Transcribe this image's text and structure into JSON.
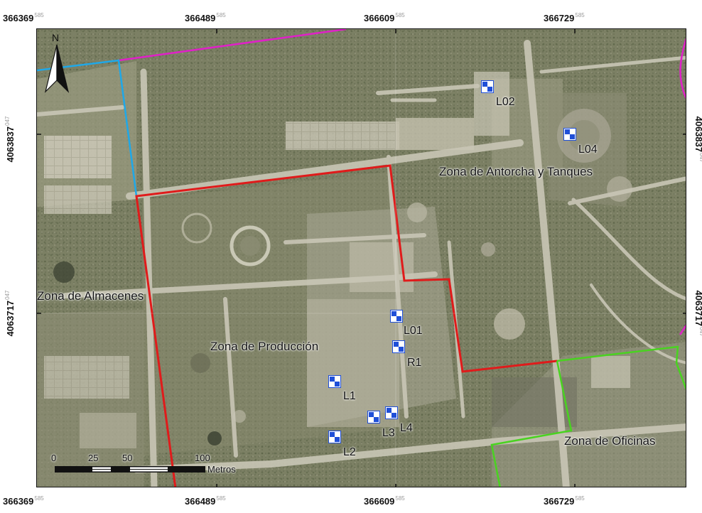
{
  "map": {
    "coords_top": [
      {
        "main": "366369",
        "sup": "585"
      },
      {
        "main": "366489",
        "sup": "585"
      },
      {
        "main": "366609",
        "sup": "585"
      },
      {
        "main": "366729",
        "sup": "585"
      }
    ],
    "coords_bottom": [
      {
        "main": "366369",
        "sup": "585"
      },
      {
        "main": "366489",
        "sup": "585"
      },
      {
        "main": "366609",
        "sup": "585"
      },
      {
        "main": "366729",
        "sup": "585"
      }
    ],
    "coords_left": [
      {
        "main": "4063837",
        "sup": "047"
      },
      {
        "main": "4063717",
        "sup": "047"
      }
    ],
    "coords_right": [
      {
        "main": "4063837",
        "sup": "047"
      },
      {
        "main": "4063717",
        "sup": "047"
      }
    ],
    "zones": {
      "antorcha": "Zona de Antorcha y Tanques",
      "almacenes": "Zona de Almacenes",
      "produccion": "Zona de Producción",
      "oficinas": "Zona de Oficinas"
    },
    "points": {
      "L02": "L02",
      "L04": "L04",
      "L01": "L01",
      "R1": "R1",
      "L1": "L1",
      "L2": "L2",
      "L3": "L3",
      "L4": "L4"
    },
    "north": "N",
    "scale": {
      "ticks": [
        "0",
        "25",
        "50",
        "100"
      ],
      "unit": "Metros"
    },
    "colors": {
      "production_boundary": "#e01b1b",
      "office_boundary": "#49d320",
      "west_boundary": "#1fa8e8",
      "north_boundary": "#e020c8",
      "marker": "#1f4fd8"
    }
  }
}
